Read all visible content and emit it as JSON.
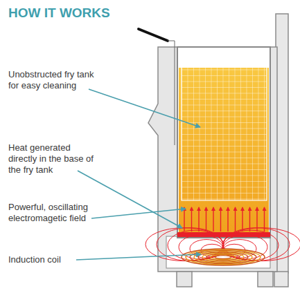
{
  "diagram": {
    "title": "HOW IT WORKS",
    "labels": [
      "Unobstructed fry tank for easy cleaning",
      "Heat generated directly in the base of the fry tank",
      "Powerful, oscillating electromagetic field",
      "Induction coil"
    ]
  }
}
